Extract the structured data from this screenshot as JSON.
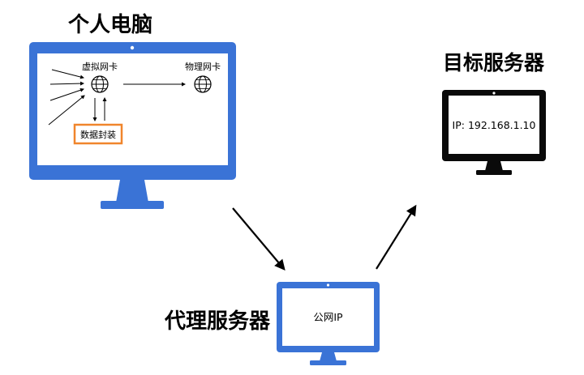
{
  "titles": {
    "personal_pc": "个人电脑",
    "target_server": "目标服务器",
    "proxy_server": "代理服务器"
  },
  "pc_screen": {
    "virtual_nic": "虚拟网卡",
    "physical_nic": "物理网卡",
    "encapsulation": "数据封装"
  },
  "target_screen": {
    "ip_text": "IP: 192.168.1.10"
  },
  "proxy_screen": {
    "ip_text": "公网IP"
  },
  "colors": {
    "monitor_blue": "#3a73d6",
    "monitor_black": "#0a0a0a",
    "highlight_orange": "#f0852c",
    "screen_white": "#ffffff"
  },
  "icons": [
    "globe-icon",
    "arrow-icon"
  ]
}
